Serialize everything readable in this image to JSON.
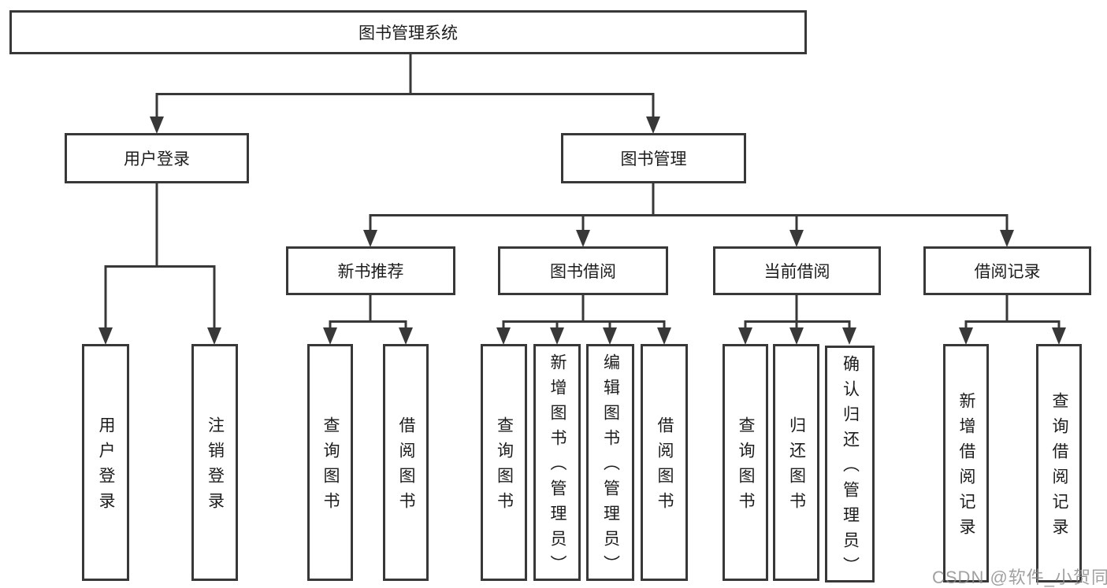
{
  "diagram": {
    "type": "tree",
    "tree": {
      "label": "图书管理系统",
      "children": [
        {
          "label": "用户登录",
          "children": [
            {
              "label": "用户登录"
            },
            {
              "label": "注销登录"
            }
          ]
        },
        {
          "label": "图书管理",
          "children": [
            {
              "label": "新书推荐",
              "children": [
                {
                  "label": "查询图书"
                },
                {
                  "label": "借阅图书"
                }
              ]
            },
            {
              "label": "图书借阅",
              "children": [
                {
                  "label": "查询图书"
                },
                {
                  "label": "新增图书（管理员）"
                },
                {
                  "label": "编辑图书（管理员）"
                },
                {
                  "label": "借阅图书"
                }
              ]
            },
            {
              "label": "当前借阅",
              "children": [
                {
                  "label": "查询图书"
                },
                {
                  "label": "归还图书"
                },
                {
                  "label": "确认归还（管理员）"
                }
              ]
            },
            {
              "label": "借阅记录",
              "children": [
                {
                  "label": "新增借阅记录"
                },
                {
                  "label": "查询借阅记录"
                }
              ]
            }
          ]
        }
      ]
    },
    "colors": {
      "line": "#383838",
      "box_border": "#383838",
      "text": "#1c1c1c",
      "background": "#ffffff",
      "watermark": "#8c8c8c"
    }
  },
  "watermark": {
    "text": "CSDN @软件_小贺同学"
  }
}
